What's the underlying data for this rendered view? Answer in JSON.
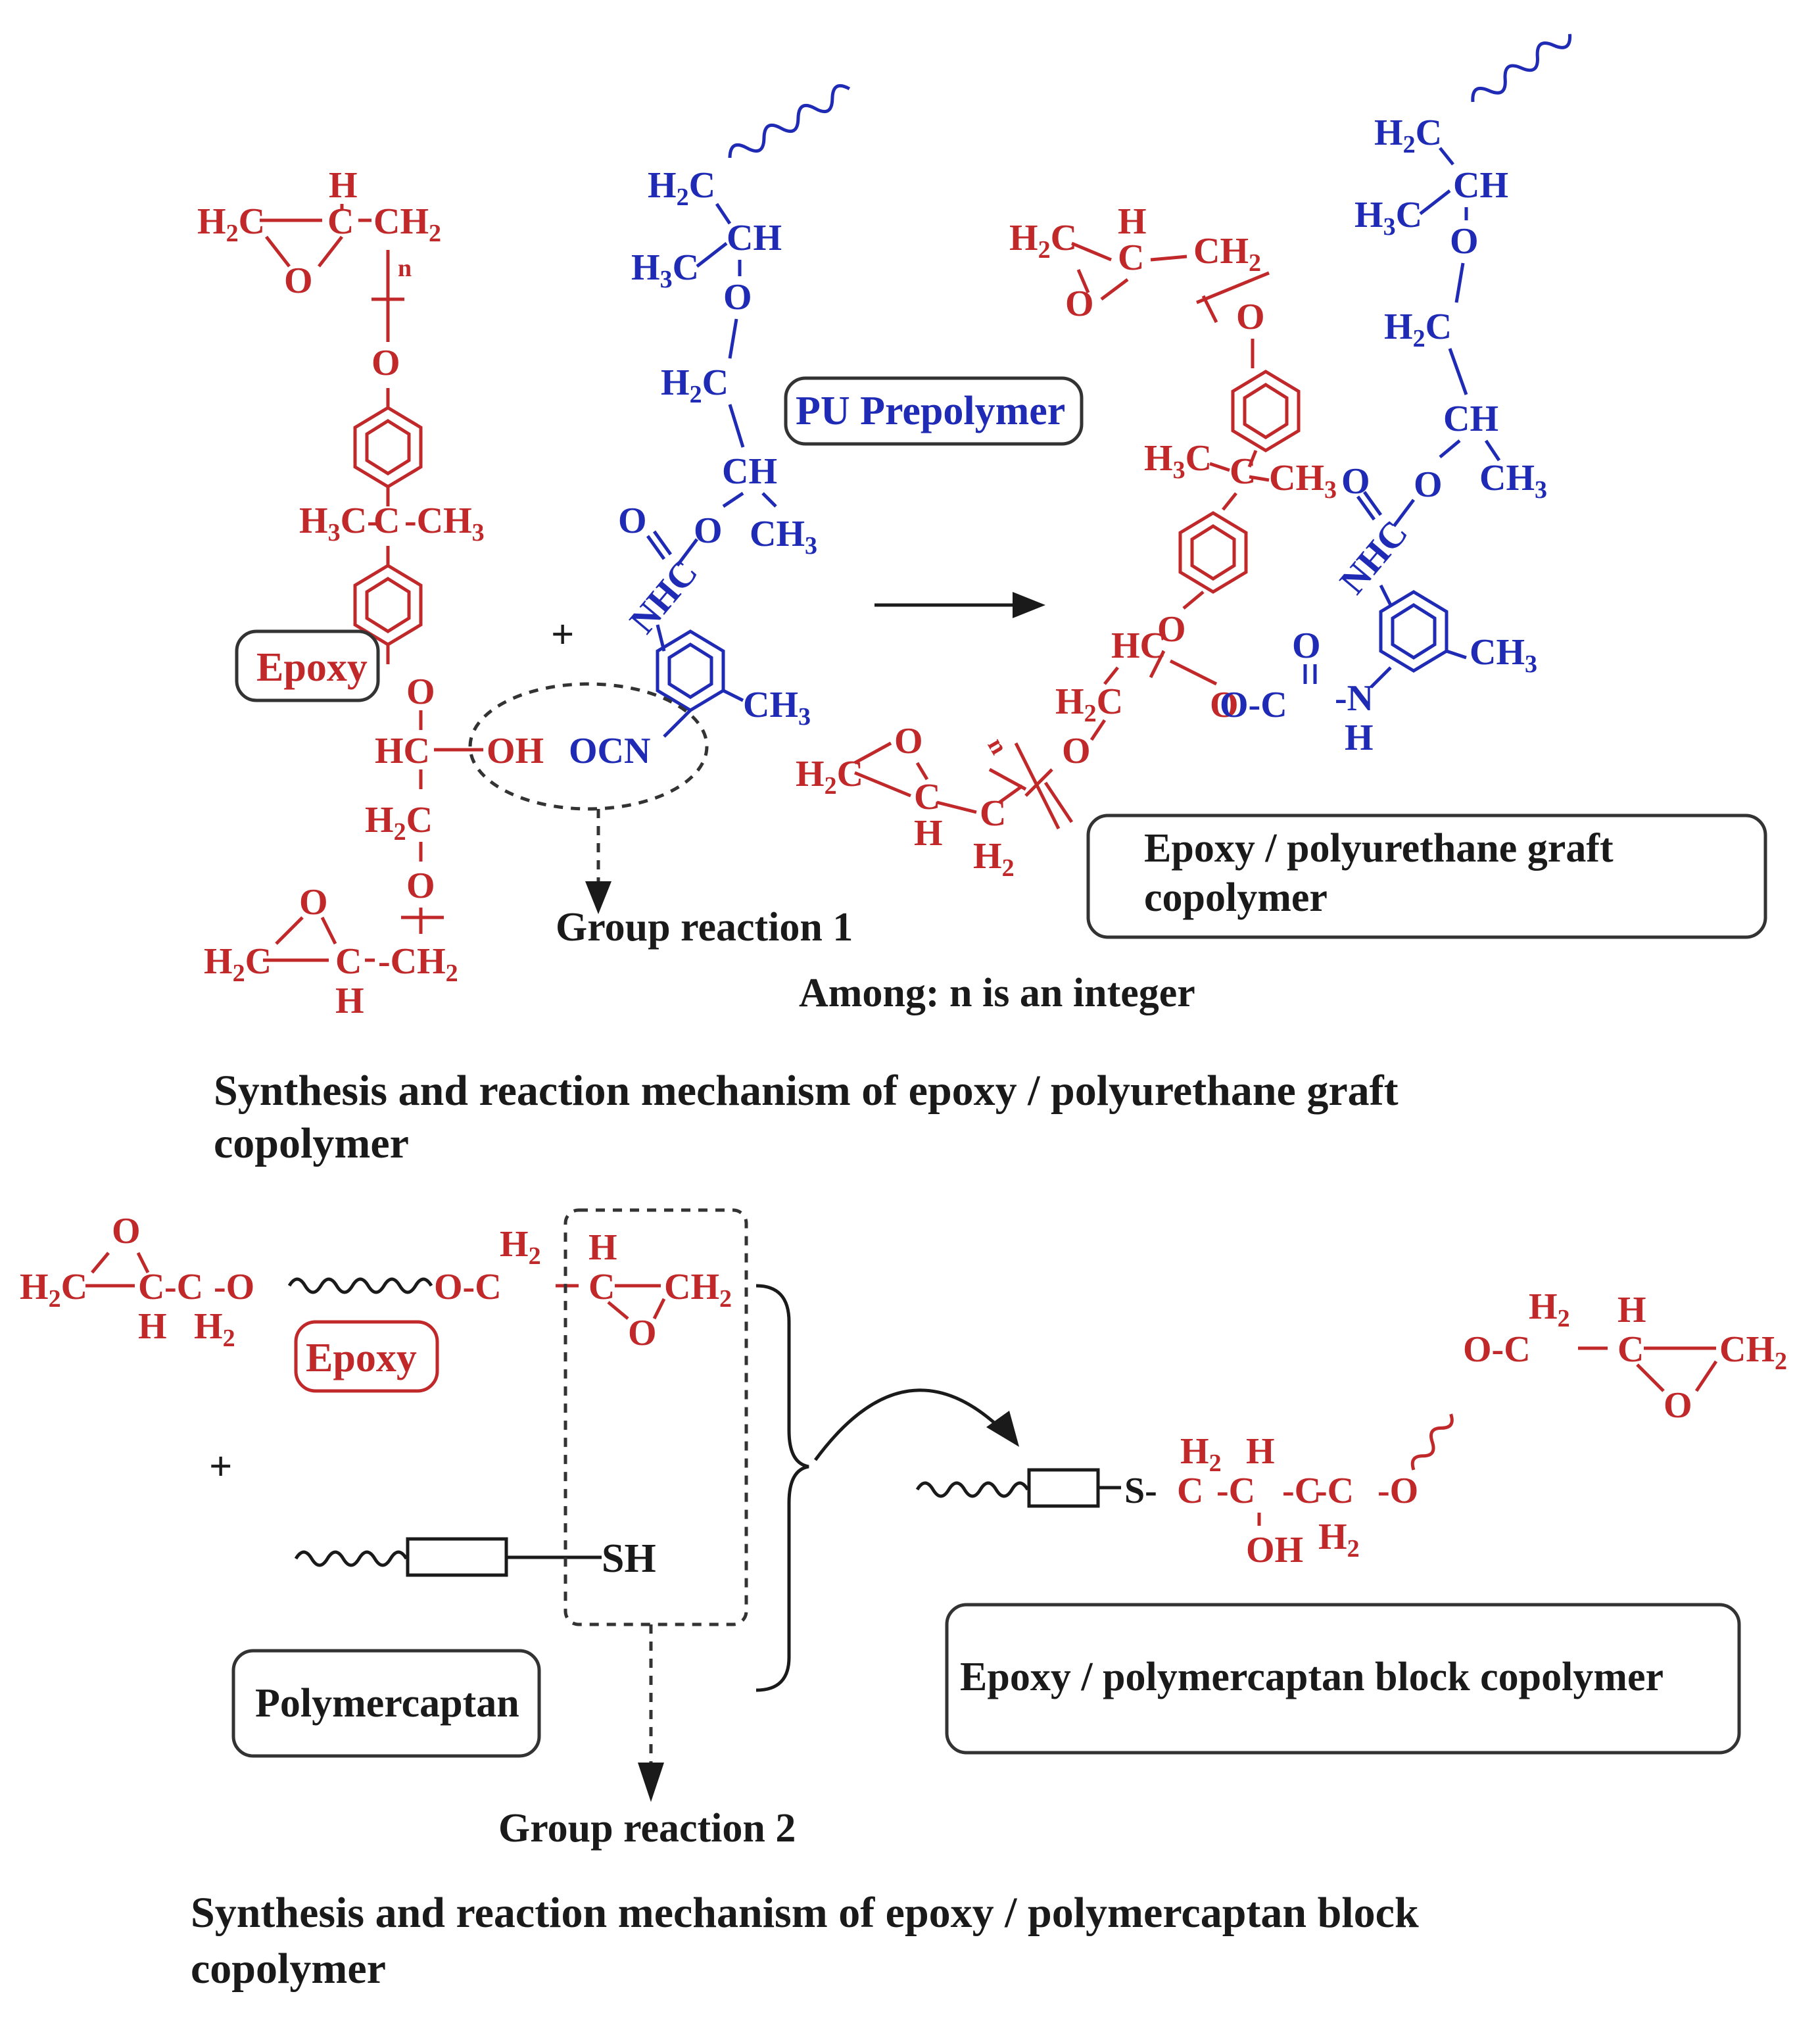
{
  "figure": {
    "top": {
      "epoxy_label": "Epoxy",
      "pu_label": "PU Prepolymer",
      "plus": "+",
      "group_reaction": "Group reaction 1",
      "product_label_line1": "Epoxy / polyurethane graft",
      "product_label_line2": "copolymer",
      "note": "Among: n is an integer",
      "caption_line1": "Synthesis and reaction mechanism of epoxy / polyurethane graft",
      "caption_line2": "copolymer"
    },
    "bottom": {
      "epoxy_label": "Epoxy",
      "plus": "+",
      "polymercaptan_label": "Polymercaptan",
      "thiol": "SH",
      "group_reaction": "Group reaction 2",
      "product_label": "Epoxy / polymercaptan block copolymer",
      "caption_line1": "Synthesis and reaction mechanism of epoxy / polymercaptan block",
      "caption_line2": "copolymer"
    },
    "colors": {
      "epoxy": "#c0282a",
      "polyurethane": "#1f2bb5",
      "text": "#1a1a1a"
    }
  }
}
